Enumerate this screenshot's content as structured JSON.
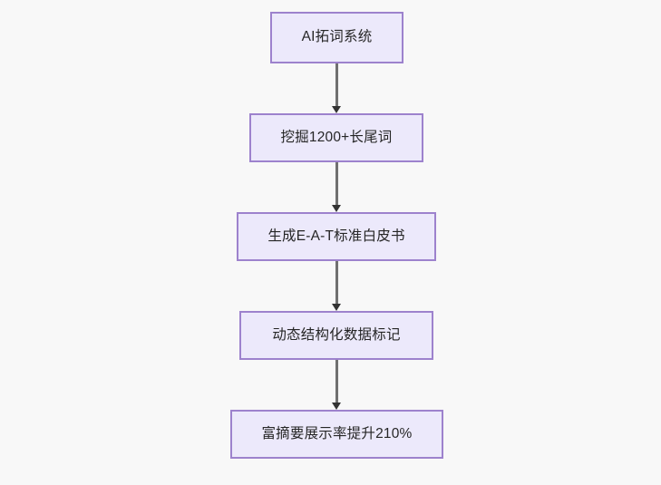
{
  "diagram": {
    "type": "flowchart",
    "direction": "top-to-bottom",
    "background_color": "#f8f8f8",
    "node_fill_color": "#ece9fb",
    "node_border_color": "#9d82cd",
    "edge_color": "#707070",
    "arrowhead_color": "#333333",
    "text_color": "#262626",
    "nodes": [
      {
        "id": "n1",
        "label": "AI拓词系统"
      },
      {
        "id": "n2",
        "label": "挖掘1200+长尾词"
      },
      {
        "id": "n3",
        "label": "生成E-A-T标准白皮书"
      },
      {
        "id": "n4",
        "label": "动态结构化数据标记"
      },
      {
        "id": "n5",
        "label": "富摘要展示率提升210%"
      }
    ],
    "edges": [
      {
        "from": "n1",
        "to": "n2"
      },
      {
        "from": "n2",
        "to": "n3"
      },
      {
        "from": "n3",
        "to": "n4"
      },
      {
        "from": "n4",
        "to": "n5"
      }
    ]
  }
}
